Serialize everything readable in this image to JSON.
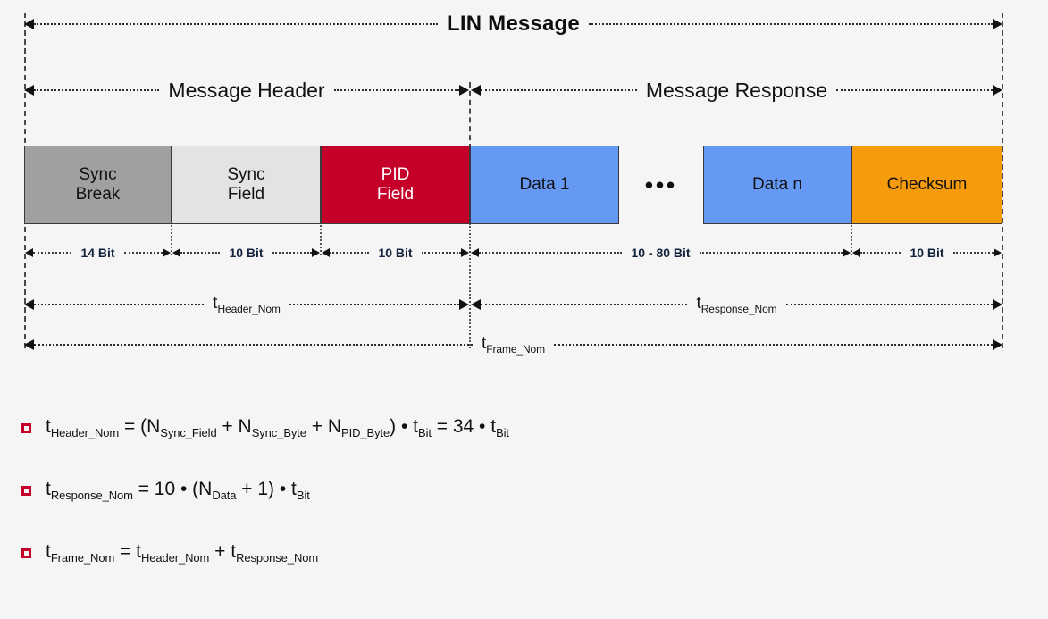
{
  "diagram": {
    "title": "LIN Message",
    "sections": {
      "header": "Message Header",
      "response": "Message Response"
    },
    "blocks": [
      {
        "label_line1": "Sync",
        "label_line2": "Break",
        "color": "#a0a0a0",
        "text_color": "#111111",
        "bits": "14 Bit"
      },
      {
        "label_line1": "Sync",
        "label_line2": "Field",
        "color": "#e3e3e3",
        "text_color": "#111111",
        "bits": "10 Bit"
      },
      {
        "label_line1": "PID",
        "label_line2": "Field",
        "color": "#c4002a",
        "text_color": "#ffffff",
        "bits": "10 Bit"
      },
      {
        "label_line1": "Data 1",
        "label_line2": "",
        "color": "#6699f4",
        "text_color": "#111111",
        "bits": "10 - 80 Bit"
      },
      {
        "label_line1": "Data n",
        "label_line2": "",
        "color": "#6699f4",
        "text_color": "#111111",
        "bits": ""
      },
      {
        "label_line1": "Checksum",
        "label_line2": "",
        "color": "#f59b0c",
        "text_color": "#111111",
        "bits": "10 Bit"
      }
    ],
    "ellipsis": "•••",
    "timing": {
      "header_base": "t",
      "header_sub": "Header_Nom",
      "response_base": "t",
      "response_sub": "Response_Nom",
      "frame_base": "t",
      "frame_sub": "Frame_Nom"
    }
  },
  "formulas": [
    {
      "parts": [
        {
          "t": "t",
          "s": "Header_Nom"
        },
        {
          "t": " = (N",
          "s": "Sync_Field"
        },
        {
          "t": " + N",
          "s": "Sync_Byte"
        },
        {
          "t": " + N",
          "s": "PID_Byte"
        },
        {
          "t": ") • t",
          "s": "Bit"
        },
        {
          "t": " = 34 • t",
          "s": "Bit"
        }
      ]
    },
    {
      "parts": [
        {
          "t": "t",
          "s": "Response_Nom"
        },
        {
          "t": " = 10 • (N",
          "s": "Data"
        },
        {
          "t": " + 1) • t",
          "s": "Bit"
        }
      ]
    },
    {
      "parts": [
        {
          "t": "t",
          "s": "Frame_Nom"
        },
        {
          "t": " = t",
          "s": "Header_Nom"
        },
        {
          "t": " + t",
          "s": "Response_Nom"
        }
      ]
    }
  ],
  "colors": {
    "background": "#f5f5f5",
    "accent_red": "#c4002a",
    "accent_blue": "#6699f4",
    "accent_orange": "#f59b0c",
    "gray_dark": "#a0a0a0",
    "gray_light": "#e3e3e3"
  }
}
